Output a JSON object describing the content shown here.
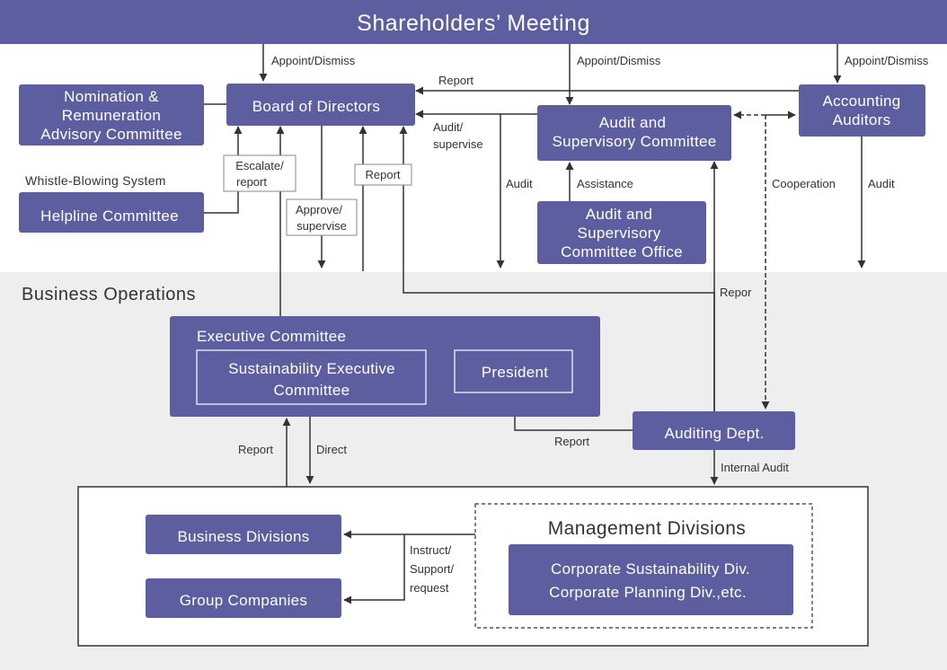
{
  "colors": {
    "box": "#5d5ea0",
    "header": "#5d5ea0",
    "ops_bg": "#eeeeee",
    "line": "#333333",
    "text_dark": "#333333"
  },
  "header": {
    "title": "Shareholders’ Meeting"
  },
  "section": {
    "business_operations": "Business Operations"
  },
  "boxes": {
    "nomination": [
      "Nomination &",
      "Remuneration",
      "Advisory Committee"
    ],
    "board": "Board of Directors",
    "audit_committee": [
      "Audit and",
      "Supervisory Committee"
    ],
    "accounting": [
      "Accounting",
      "Auditors"
    ],
    "helpline": "Helpline Committee",
    "audit_office": [
      "Audit and",
      "Supervisory",
      "Committee Office"
    ],
    "executive": "Executive Committee",
    "sustainability_exec": [
      "Sustainability Executive",
      "Committee"
    ],
    "president": "President",
    "auditing_dept": "Auditing Dept.",
    "business_divisions": "Business Divisions",
    "group_companies": "Group Companies",
    "management_divisions": "Management Divisions",
    "corporate_divs": [
      "Corporate Sustainability Div.",
      "Corporate Planning Div.,etc."
    ]
  },
  "labels": {
    "whistle": "Whistle-Blowing System",
    "appoint1": "Appoint/Dismiss",
    "appoint2": "Appoint/Dismiss",
    "appoint3": "Appoint/Dismiss",
    "report_top": "Report",
    "audit_supervise": [
      "Audit/",
      "supervise"
    ],
    "escalate": [
      "Escalate/",
      "report"
    ],
    "approve": [
      "Approve/",
      "supervise"
    ],
    "report_board": "Report",
    "audit_mid": "Audit",
    "assistance": "Assistance",
    "cooperation": "Cooperation",
    "audit_right": "Audit",
    "repor": "Repor",
    "report_president": "Report",
    "report_exec": "Report",
    "direct": "Direct",
    "internal_audit": "Internal Audit",
    "instruct": [
      "Instruct/",
      "Support/",
      "request"
    ]
  }
}
